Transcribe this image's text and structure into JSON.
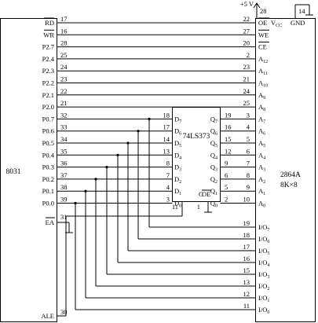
{
  "mcu": {
    "name": "8031",
    "ea_pin": "31",
    "ea_label": "EA",
    "ale_pin": "30",
    "ale_label": "ALE",
    "signals": [
      {
        "label": "RD",
        "bar": true,
        "pin": "17"
      },
      {
        "label": "WR",
        "bar": true,
        "pin": "16"
      },
      {
        "label": "P2.7",
        "bar": false,
        "pin": "28"
      },
      {
        "label": "P2.4",
        "bar": false,
        "pin": "25"
      },
      {
        "label": "P2.3",
        "bar": false,
        "pin": "24"
      },
      {
        "label": "P2.2",
        "bar": false,
        "pin": "23"
      },
      {
        "label": "P2.1",
        "bar": false,
        "pin": "22"
      },
      {
        "label": "P2.0",
        "bar": false,
        "pin": "21"
      },
      {
        "label": "P0.7",
        "bar": false,
        "pin": "32"
      },
      {
        "label": "P0.6",
        "bar": false,
        "pin": "33"
      },
      {
        "label": "P0.5",
        "bar": false,
        "pin": "34"
      },
      {
        "label": "P0.4",
        "bar": false,
        "pin": "35"
      },
      {
        "label": "P0.3",
        "bar": false,
        "pin": "36"
      },
      {
        "label": "P0.2",
        "bar": false,
        "pin": "37"
      },
      {
        "label": "P0.1",
        "bar": false,
        "pin": "38"
      },
      {
        "label": "P0.0",
        "bar": false,
        "pin": "39"
      }
    ]
  },
  "latch": {
    "name": "74LS373",
    "inputs": [
      {
        "pin": "18",
        "main": "D",
        "sub": "7"
      },
      {
        "pin": "17",
        "main": "D",
        "sub": "6"
      },
      {
        "pin": "14",
        "main": "D",
        "sub": "5"
      },
      {
        "pin": "13",
        "main": "D",
        "sub": "4"
      },
      {
        "pin": "8",
        "main": "D",
        "sub": "3"
      },
      {
        "pin": "7",
        "main": "D",
        "sub": "2"
      },
      {
        "pin": "4",
        "main": "D",
        "sub": "1"
      },
      {
        "pin": "3",
        "main": "D",
        "sub": "0"
      }
    ],
    "outputs": [
      {
        "pin": "19",
        "main": "Q",
        "sub": "7"
      },
      {
        "pin": "16",
        "main": "Q",
        "sub": "6"
      },
      {
        "pin": "15",
        "main": "Q",
        "sub": "5"
      },
      {
        "pin": "12",
        "main": "Q",
        "sub": "4"
      },
      {
        "pin": "9",
        "main": "Q",
        "sub": "3"
      },
      {
        "pin": "6",
        "main": "Q",
        "sub": "2"
      },
      {
        "pin": "5",
        "main": "Q",
        "sub": "1"
      },
      {
        "pin": "2",
        "main": "Q",
        "sub": "0"
      }
    ],
    "g_label": "G",
    "g_pin": "11",
    "oe_label": "OE",
    "oe_pin": "1"
  },
  "eeprom": {
    "name": "2864A",
    "capacity": "8K×8",
    "vcc": {
      "main": "V",
      "sub": "CC"
    },
    "vcc_pin": "28",
    "gnd_label": "GND",
    "gnd_pin": "14",
    "supply": "+5 V",
    "control": [
      {
        "pin": "22",
        "label": "OE"
      },
      {
        "pin": "27",
        "label": "WE"
      },
      {
        "pin": "20",
        "label": "CE"
      }
    ],
    "address": [
      {
        "pin": "2",
        "main": "A",
        "sub": "12"
      },
      {
        "pin": "23",
        "main": "A",
        "sub": "11"
      },
      {
        "pin": "21",
        "main": "A",
        "sub": "10"
      },
      {
        "pin": "24",
        "main": "A",
        "sub": "9"
      },
      {
        "pin": "25",
        "main": "A",
        "sub": "8"
      },
      {
        "pin": "3",
        "main": "A",
        "sub": "7"
      },
      {
        "pin": "4",
        "main": "A",
        "sub": "6"
      },
      {
        "pin": "5",
        "main": "A",
        "sub": "5"
      },
      {
        "pin": "6",
        "main": "A",
        "sub": "4"
      },
      {
        "pin": "7",
        "main": "A",
        "sub": "3"
      },
      {
        "pin": "8",
        "main": "A",
        "sub": "2"
      },
      {
        "pin": "9",
        "main": "A",
        "sub": "1"
      },
      {
        "pin": "10",
        "main": "A",
        "sub": "0"
      }
    ],
    "data": [
      {
        "pin": "19",
        "main": "I/O",
        "sub": "7"
      },
      {
        "pin": "18",
        "main": "I/O",
        "sub": "6"
      },
      {
        "pin": "17",
        "main": "I/O",
        "sub": "5"
      },
      {
        "pin": "16",
        "main": "I/O",
        "sub": "4"
      },
      {
        "pin": "15",
        "main": "I/O",
        "sub": "3"
      },
      {
        "pin": "13",
        "main": "I/O",
        "sub": "2"
      },
      {
        "pin": "12",
        "main": "I/O",
        "sub": "1"
      },
      {
        "pin": "11",
        "main": "I/O",
        "sub": "0"
      }
    ]
  }
}
